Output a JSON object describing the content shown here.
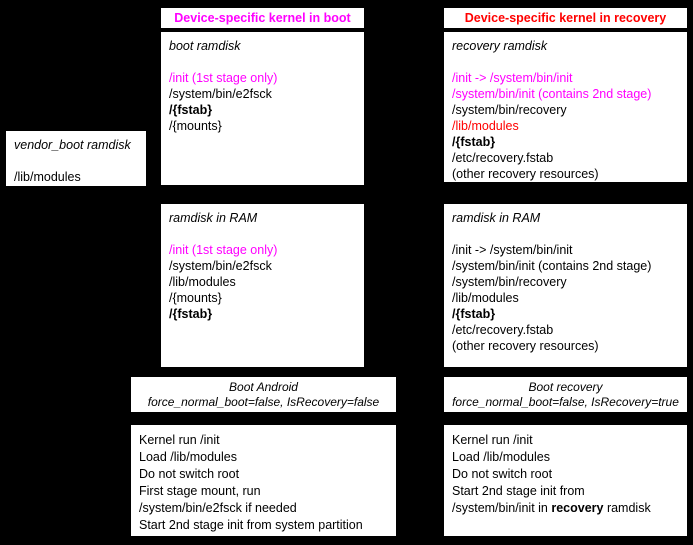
{
  "palette": {
    "background": "#000000",
    "box_bg": "#ffffff",
    "box_border": "#000000",
    "magenta": "#ff00ff",
    "red": "#ff0000",
    "black": "#000000"
  },
  "headers": {
    "boot": {
      "label": "Device-specific kernel in boot",
      "color": "magenta"
    },
    "recovery": {
      "label": "Device-specific kernel in recovery",
      "color": "red"
    }
  },
  "boxes": {
    "vendor_boot": {
      "title": "vendor_boot ramdisk",
      "lines": [
        {
          "text": "/lib/modules"
        }
      ]
    },
    "boot_ramdisk": {
      "title": "boot ramdisk",
      "lines": [
        {
          "text": "/init (1st stage only)",
          "color": "magenta"
        },
        {
          "text": "/system/bin/e2fsck"
        },
        {
          "text": "/{fstab}",
          "bold": true
        },
        {
          "text": "/{mounts}"
        }
      ]
    },
    "recovery_ramdisk": {
      "title": "recovery ramdisk",
      "lines": [
        {
          "text": "/init -> /system/bin/init",
          "color": "magenta"
        },
        {
          "text": "/system/bin/init (contains 2nd stage)",
          "color": "magenta"
        },
        {
          "text": "/system/bin/recovery"
        },
        {
          "text": "/lib/modules",
          "color": "red"
        },
        {
          "text": "/{fstab}",
          "bold": true
        },
        {
          "text": "/etc/recovery.fstab"
        },
        {
          "text": "(other recovery resources)"
        }
      ]
    },
    "boot_ram": {
      "title": "ramdisk in RAM",
      "lines": [
        {
          "text": "/init (1st stage only)",
          "color": "magenta"
        },
        {
          "text": "/system/bin/e2fsck"
        },
        {
          "text": "/lib/modules"
        },
        {
          "text": "/{mounts}"
        },
        {
          "text": "/{fstab}",
          "bold": true
        }
      ]
    },
    "recovery_ram": {
      "title": "ramdisk in RAM",
      "lines": [
        {
          "text": "/init -> /system/bin/init"
        },
        {
          "text": "/system/bin/init (contains 2nd stage)"
        },
        {
          "text": "/system/bin/recovery"
        },
        {
          "text": "/lib/modules"
        },
        {
          "text": "/{fstab}",
          "bold": true
        },
        {
          "text": "/etc/recovery.fstab"
        },
        {
          "text": "(other recovery resources)"
        }
      ]
    },
    "boot_condition": {
      "line1": "Boot Android",
      "line2": "force_normal_boot=false, IsRecovery=false"
    },
    "recovery_condition": {
      "line1": "Boot recovery",
      "line2": "force_normal_boot=false, IsRecovery=true"
    },
    "boot_steps": {
      "lines": [
        {
          "text": "Kernel run /init"
        },
        {
          "text": "Load /lib/modules"
        },
        {
          "text": "Do not switch root"
        },
        {
          "text": "First stage mount, run"
        },
        {
          "text": "/system/bin/e2fsck if needed"
        },
        {
          "text": "Start 2nd stage init from system partition"
        }
      ]
    },
    "recovery_steps": {
      "lines": [
        {
          "text": "Kernel run /init"
        },
        {
          "text": "Load /lib/modules"
        },
        {
          "text": "Do not switch root"
        },
        {
          "text": "Start 2nd stage init from"
        },
        {
          "parts": [
            {
              "text": "/system/bin/init in "
            },
            {
              "text": "recovery",
              "bold": true
            },
            {
              "text": " ramdisk"
            }
          ]
        }
      ]
    }
  }
}
